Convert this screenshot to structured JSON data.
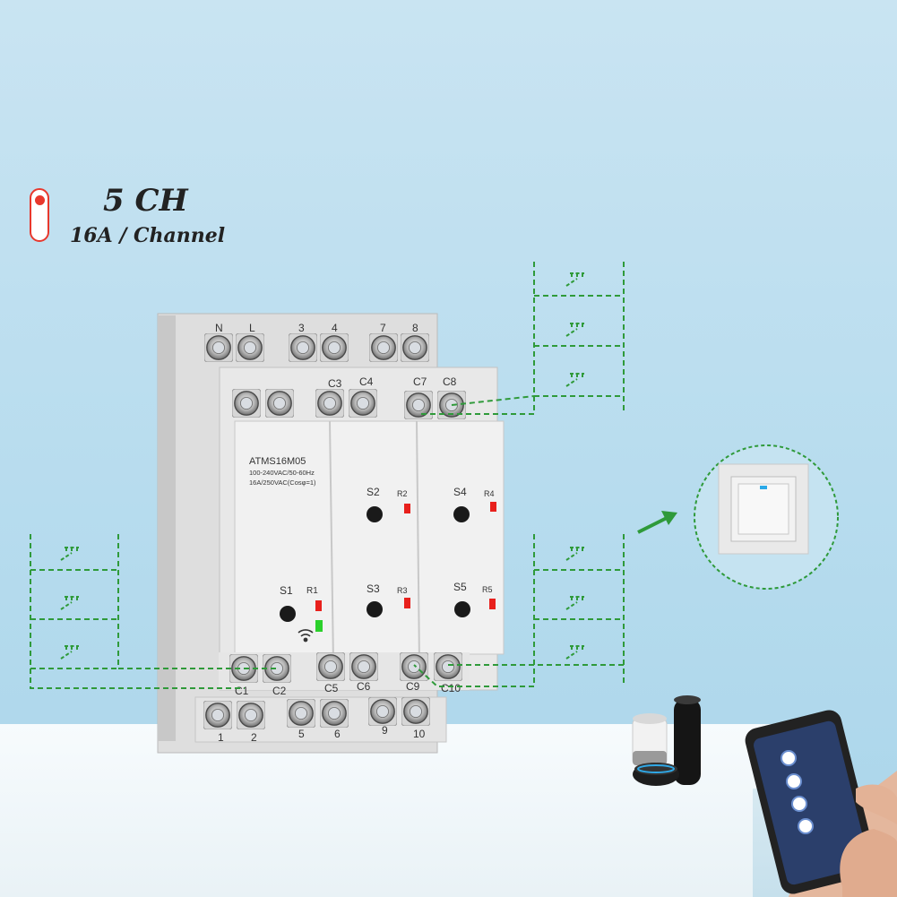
{
  "badge": {
    "title": "5 CH",
    "subtitle": "16A / Channel"
  },
  "colors": {
    "accent_red": "#e8382d",
    "wire_green": "#2f9a3a",
    "led_red": "#e8201c",
    "led_green": "#2bd02b"
  },
  "device": {
    "model": "ATMS16M05",
    "spec_line1": "100-240VAC/50-60Hz",
    "spec_line2": "16A/250VAC(Cosφ=1)",
    "top_terminals": [
      "N",
      "L",
      "3",
      "4",
      "7",
      "8"
    ],
    "upper_terminals": [
      "C3",
      "C4",
      "C7",
      "C8"
    ],
    "lower_terminals": [
      "C1",
      "C2",
      "C5",
      "C6",
      "C9",
      "C10"
    ],
    "bottom_terminals": [
      "1",
      "2",
      "5",
      "6",
      "9",
      "10"
    ],
    "buttons": [
      "S1",
      "S2",
      "S3",
      "S4",
      "S5"
    ],
    "relays": [
      "R1",
      "R2",
      "R3",
      "R4",
      "R5"
    ]
  },
  "icons": {
    "wifi": "wifi-icon",
    "arrow": "arrow-right-icon"
  }
}
